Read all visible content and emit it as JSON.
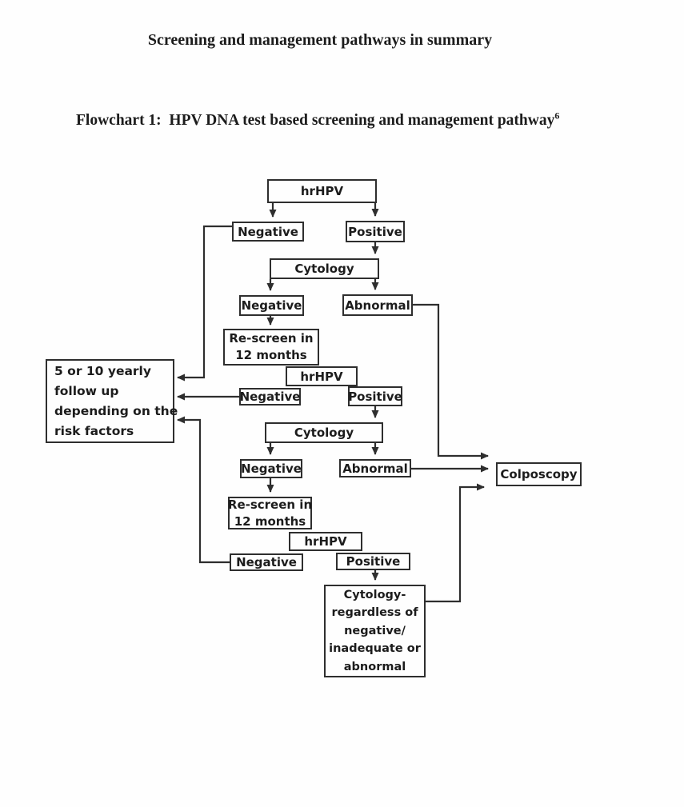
{
  "document": {
    "title": "Screening and management pathways in summary",
    "flowchart_heading": "Flowchart 1:  HPV DNA test based screening and management pathway",
    "flowchart_heading_footnote": "6"
  },
  "colors": {
    "ink": "#2e2e2e",
    "text": "#1c1c1c",
    "background": "#fefefe"
  },
  "flowchart": {
    "nodes": {
      "hrhpv_1": "hrHPV",
      "negative_1": "Negative",
      "positive_1": "Positive",
      "cytology_1": "Cytology",
      "negative_2": "Negative",
      "abnormal_1": "Abnormal",
      "rescreen_1": {
        "lines": [
          "Re-screen in",
          "12 months"
        ]
      },
      "hrhpv_2": "hrHPV",
      "negative_3": "Negative",
      "positive_2": "Positive",
      "cytology_2": "Cytology",
      "negative_4": "Negative",
      "abnormal_2": "Abnormal",
      "rescreen_2": {
        "lines": [
          "Re-screen in",
          "12 months"
        ]
      },
      "hrhpv_3": "hrHPV",
      "negative_5": "Negative",
      "positive_3": "Positive",
      "cytology_regardless": {
        "lines": [
          "Cytology-",
          "regardless of",
          "negative/",
          "inadequate or",
          "abnormal"
        ]
      },
      "followup": {
        "lines": [
          "5 or 10 yearly",
          "follow up",
          "depending on the",
          "risk factors"
        ]
      },
      "colposcopy": "Colposcopy"
    },
    "edges": [
      [
        "hrhpv_1",
        "negative_1"
      ],
      [
        "hrhpv_1",
        "positive_1"
      ],
      [
        "positive_1",
        "cytology_1"
      ],
      [
        "cytology_1",
        "negative_2"
      ],
      [
        "cytology_1",
        "abnormal_1"
      ],
      [
        "negative_2",
        "rescreen_1"
      ],
      [
        "rescreen_1",
        "hrhpv_2"
      ],
      [
        "hrhpv_2",
        "negative_3"
      ],
      [
        "hrhpv_2",
        "positive_2"
      ],
      [
        "positive_2",
        "cytology_2"
      ],
      [
        "cytology_2",
        "negative_4"
      ],
      [
        "cytology_2",
        "abnormal_2"
      ],
      [
        "negative_4",
        "rescreen_2"
      ],
      [
        "rescreen_2",
        "hrhpv_3"
      ],
      [
        "hrhpv_3",
        "negative_5"
      ],
      [
        "hrhpv_3",
        "positive_3"
      ],
      [
        "positive_3",
        "cytology_regardless"
      ],
      [
        "negative_1",
        "followup"
      ],
      [
        "negative_3",
        "followup"
      ],
      [
        "negative_5",
        "followup"
      ],
      [
        "abnormal_1",
        "colposcopy"
      ],
      [
        "abnormal_2",
        "colposcopy"
      ],
      [
        "cytology_regardless",
        "colposcopy"
      ]
    ]
  }
}
